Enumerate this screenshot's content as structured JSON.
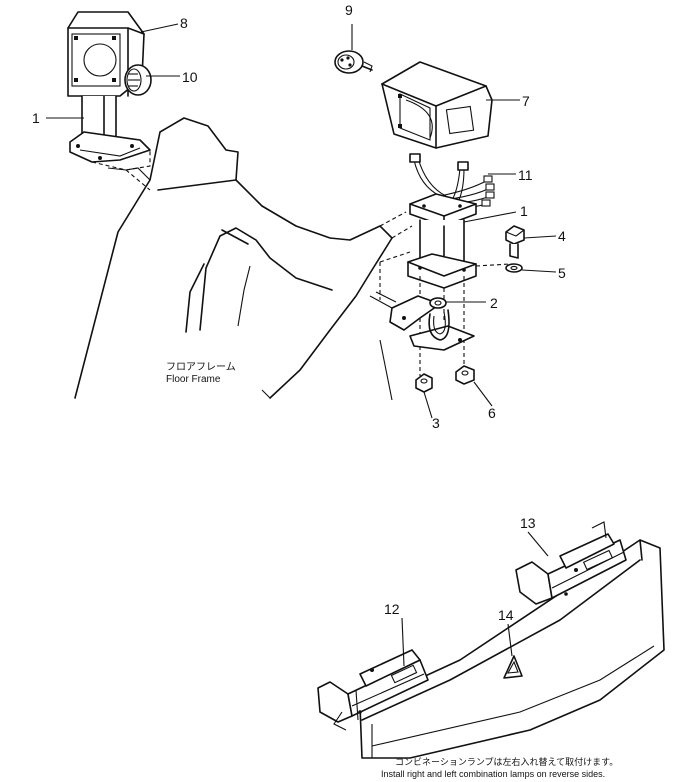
{
  "callouts": {
    "c1a": "1",
    "c1b": "1",
    "c2": "2",
    "c3": "3",
    "c4": "4",
    "c5": "5",
    "c6": "6",
    "c7": "7",
    "c8": "8",
    "c9": "9",
    "c10": "10",
    "c11": "11",
    "c12": "12",
    "c13": "13",
    "c14": "14"
  },
  "labels": {
    "floor_frame_jp": "フロアフレーム",
    "floor_frame_en": "Floor Frame"
  },
  "notes": {
    "jp": "コンビネーションランプは左右入れ替えて取付けます。",
    "en": "Install right and left combination lamps on reverse sides."
  }
}
